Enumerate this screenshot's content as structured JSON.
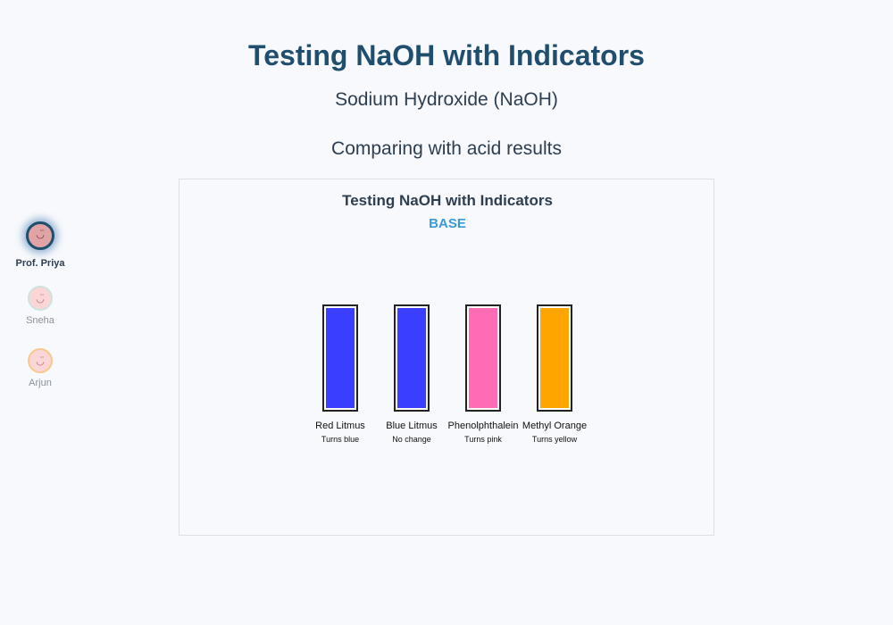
{
  "header": {
    "title": "Testing NaOH with Indicators",
    "subtitle": "Sodium Hydroxide (NaOH)",
    "caption": "Comparing with acid results"
  },
  "participants": [
    {
      "name": "Prof. Priya",
      "active": true
    },
    {
      "name": "Sneha",
      "active": false
    },
    {
      "name": "Arjun",
      "active": false
    }
  ],
  "panel": {
    "title": "Testing NaOH with Indicators",
    "tag": "BASE",
    "tag_color": "#3a9ad9",
    "indicators": [
      {
        "name": "Red Litmus",
        "result": "Turns blue",
        "color": "#3a3fff"
      },
      {
        "name": "Blue Litmus",
        "result": "No change",
        "color": "#3a3fff"
      },
      {
        "name": "Phenolphthalein",
        "result": "Turns pink",
        "color": "#ff6bb5"
      },
      {
        "name": "Methyl Orange",
        "result": "Turns yellow",
        "color": "#ffa500"
      }
    ]
  }
}
